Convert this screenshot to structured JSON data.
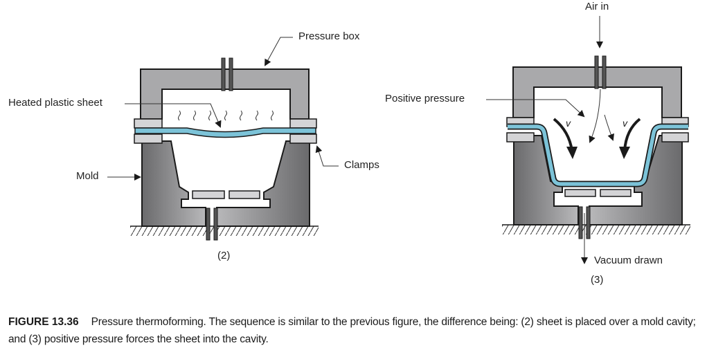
{
  "colors": {
    "pressure_box": "#a9a9ab",
    "clamp": "#d4d4d6",
    "mold_dark": "#6a6a6c",
    "mold_light": "#b4b4b6",
    "sheet": "#7cc3d8",
    "outline": "#1a1a1a"
  },
  "left_figure": {
    "step_label": "(2)",
    "labels": {
      "pressure_box": "Pressure box",
      "heated_plastic_sheet": "Heated plastic sheet",
      "mold": "Mold",
      "clamps": "Clamps"
    }
  },
  "right_figure": {
    "step_label": "(3)",
    "labels": {
      "air_in": "Air in",
      "positive_pressure": "Positive pressure",
      "vacuum_drawn": "Vacuum drawn",
      "flow_symbol": "v"
    }
  },
  "caption": {
    "figure_number": "FIGURE 13.36",
    "text": "Pressure thermoforming. The sequence is similar to the previous figure, the difference being: (2) sheet is placed over a mold cavity; and (3) positive pressure forces the sheet into the cavity."
  }
}
